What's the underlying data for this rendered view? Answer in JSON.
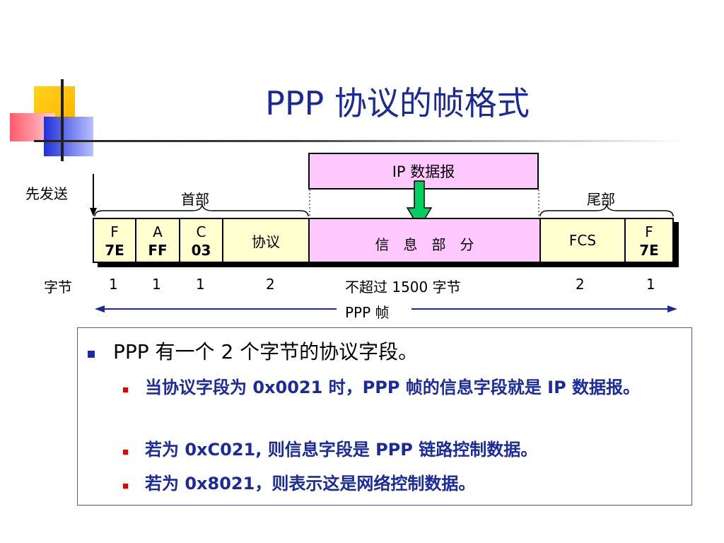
{
  "title": "PPP 协议的帧格式",
  "ip_datagram": "IP 数据报",
  "send_first": "先发送",
  "header_label": "首部",
  "trailer_label": "尾部",
  "fields": {
    "f1_name": "F",
    "f1_val": "7E",
    "a_name": "A",
    "a_val": "FF",
    "c_name": "C",
    "c_val": "03",
    "proto": "协议",
    "info": "信　息　部　分",
    "fcs": "FCS",
    "f2_name": "F",
    "f2_val": "7E"
  },
  "bytes": {
    "label": "字节",
    "f1": "1",
    "a": "1",
    "c": "1",
    "proto": "2",
    "info": "不超过 1500 字节",
    "fcs": "2",
    "f2": "1"
  },
  "frame_label": "PPP 帧",
  "bullets": {
    "main": "PPP 有一个 2 个字节的协议字段。",
    "sub": [
      "当协议字段为 0x0021 时，PPP 帧的信息字段就是 IP 数据报。",
      "若为 0xC021, 则信息字段是 PPP 链路控制数据。",
      "若为 0x8021，则表示这是网络控制数据。"
    ]
  },
  "colors": {
    "title": "#1a2a9a",
    "frame_fill": "#ffffd0",
    "info_fill": "#ffc8ff",
    "arrow_green": "#00d060",
    "bullet_text": "#1a2aa0"
  }
}
